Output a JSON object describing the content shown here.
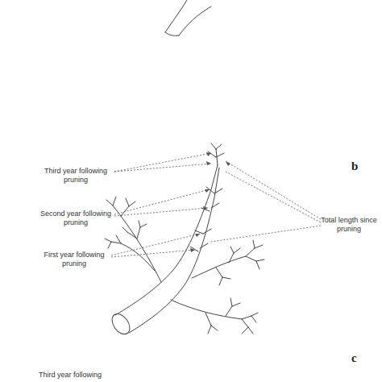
{
  "diagram": {
    "labels": [
      "b",
      "Third year following pruning",
      "Second year following pruning",
      "First year following pruning",
      "Total length since pruning",
      "c",
      "Third year following"
    ]
  }
}
